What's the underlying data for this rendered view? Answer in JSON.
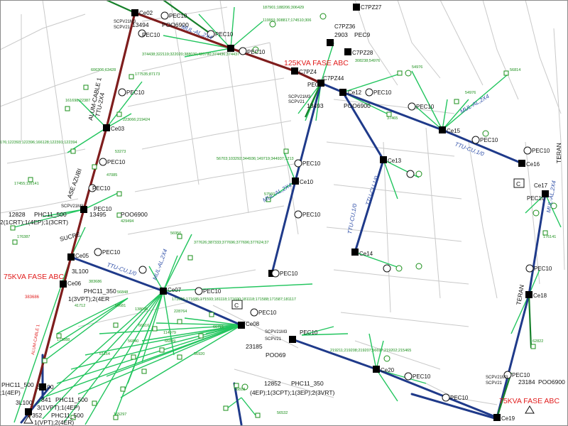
{
  "map": {
    "colors": {
      "mv_line": "#1f3a8a",
      "hv_line": "#7f1d1d",
      "service_line": "#22c55e",
      "dark_green": "#16802a",
      "cadastral": "#c9c9c9",
      "label": "#111111",
      "red_label": "#e11d1d",
      "green_label": "#1a8f1a",
      "blue_label": "#2f4fa8"
    },
    "red_labels": {
      "kva125": "125KVA  FASE ABC",
      "kva75_left": "75KVA  FASE ABC",
      "kva75_right": "75KVA  FASE ABC"
    },
    "poles": {
      "ce02": "Ce02",
      "ce03": "Ce03",
      "ce05": "Ce05",
      "ce06": "Ce06",
      "ce07": "Ce07",
      "ce08": "Ce08",
      "ce10": "Ce10",
      "ce12": "Ce12",
      "ce13": "Ce13",
      "ce14": "Ce14",
      "ce15": "Ce15",
      "ce16": "Ce16",
      "ce17": "Ce17",
      "ce18": "Ce18",
      "ce19": "Ce19",
      "ce20": "Ce20",
      "c7pz27": "C7PZ27",
      "c7pz28": "C7PZ28",
      "c7pz36": "C7PZ36",
      "c7pz44": "C7PZ44",
      "c7pz4": "C7PZ4"
    },
    "lamps": {
      "pec10": "PEC10",
      "pec": "PEC"
    },
    "texts": {
      "n13494": "13494",
      "poo6900_top": "POO6900",
      "n13493": "13493",
      "poo6900_mid": "POO6900",
      "n13495": "13495",
      "poo6900_left": "POO6900",
      "n12828": "12828",
      "phc11_500_left": "PHC11_500",
      "crt_left": "2(1CRT);1(4EP);1(3CRT)",
      "phc11_350_mid": "PHC11_350",
      "vpt_mid": "1(3VPT);2(4ER",
      "n23185": "23185",
      "poo69_b": "POO69",
      "n12852": "12852",
      "phc11_350_b": "PHC11_350",
      "vpt_b": "(4EP);1(3CPT);1(3EP);2(3VRT)",
      "n23184": "23184",
      "poo6900_right": "POO6900",
      "phc11_500_bl": "PHC11_500",
      "ep4_bl": ";1(4EP)",
      "n841": "841",
      "phc11_500_bl2": "PHC11_500",
      "vpt_bl": "3(1VPT);1(4EP)",
      "n352": "352",
      "phc11_500_bl3": "PHC11_500",
      "vpt_bl2": "1(VPT);2(4ER)",
      "n3l100": "3L100",
      "n3l100b": "3L100",
      "n3l100c": "3L100",
      "n2903": "2903",
      "pec9": "PEC9",
      "box_c": "C",
      "sucre": "SUCRE",
      "ase_azubi": "ASE AZUBI",
      "teran_right": "TERAN",
      "teran_mid": "TERAN",
      "alum_cable": "ALUM-CABLE 1",
      "ttu": "TTU-2X4",
      "scpv21m3": "SCPV21M3",
      "scpv21": "SCPV21",
      "ttu_cu": "TTU-CU,1/0",
      "mul_al": "MUL-AL,2X4",
      "mul_al_b": "MUL-AL,2X4",
      "green_seq1": "187901;188206;306429",
      "green_seq2": "119991;308817;174510;306",
      "green_seq3": "374438;322119;322020;388030;420780;374436;374437",
      "green_seq4": "606306;63428",
      "green_seq5": "177535;87173",
      "green_seq6": "161698;22387",
      "green_seq7": "223066;219424",
      "green_seq8": "176;122393;122396;166128;122391;122394",
      "green_seq9": "56703;103292;344936;149719;344937;1213",
      "green_seq10": "377626;387333;377696;377696;377624;37",
      "green_seq11": "171696;171685;171593;181118;171690;181118;171588;171587;181117",
      "green_seq12": "219211;219208;219207;56697;219202;215465",
      "green_seq13": "308238;54976",
      "green_seq14": "54976",
      "green_seq15": "56814",
      "green_seq16": "53273",
      "green_seq17": "47085",
      "green_seq18": "17455;116141",
      "green_seq19": "176387",
      "green_seq20": "56956",
      "green_seq21": "429494",
      "green_seq22": "138095",
      "green_seq23": "228764",
      "green_seq24": "66516",
      "green_seq25": "114979",
      "green_seq26": "56920",
      "green_seq27": "62822",
      "green_seq28": "56532",
      "green_seq29": "57560",
      "green_seq30": "37465",
      "green_seq31": "56848",
      "green_seq32": "41712",
      "green_seq33": "173888",
      "green_seq34": "383686",
      "green_seq35": "56681",
      "green_seq36": "56840",
      "green_seq37": "66839",
      "green_seq38": "66721",
      "green_seq39": "61164",
      "green_seq40": "165297",
      "green_seq41": "176141",
      "green_seq42": "56818"
    }
  }
}
